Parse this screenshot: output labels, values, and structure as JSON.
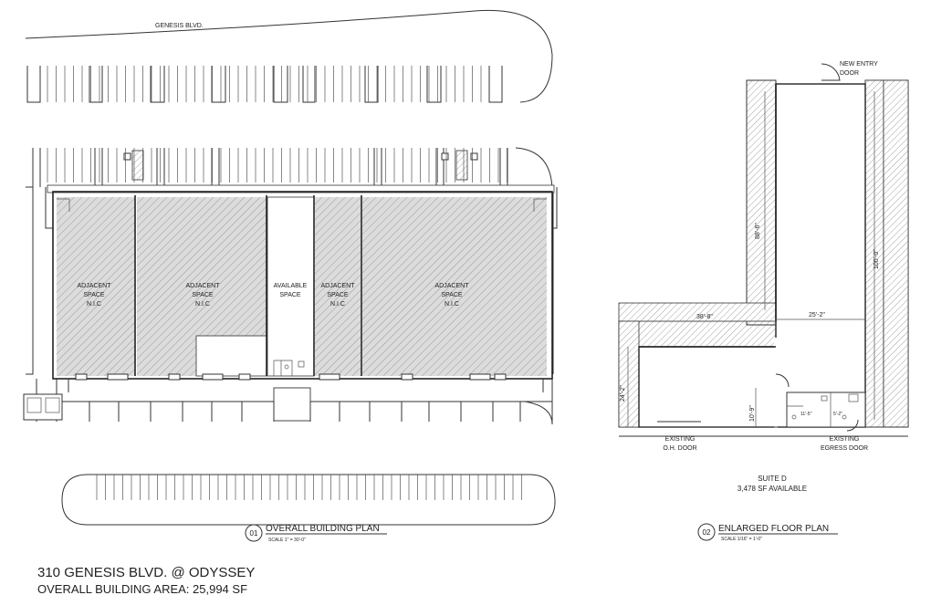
{
  "street": "GENESIS BLVD.",
  "plan1": {
    "number": "01",
    "title": "OVERALL BUILDING PLAN",
    "scale": "SCALE 1\" = 30'-0\"",
    "spaces": [
      {
        "line1": "ADJACENT",
        "line2": "SPACE",
        "line3": "N.I.C"
      },
      {
        "line1": "ADJACENT",
        "line2": "SPACE",
        "line3": "N.I.C"
      },
      {
        "line1": "AVAILABLE",
        "line2": "SPACE",
        "line3": ""
      },
      {
        "line1": "ADJACENT",
        "line2": "SPACE",
        "line3": "N.I.C"
      },
      {
        "line1": "ADJACENT",
        "line2": "SPACE",
        "line3": "N.I.C"
      }
    ]
  },
  "plan2": {
    "number": "02",
    "title": "ENLARGED FLOOR PLAN",
    "scale": "SCALE 1/16\" = 1'-0\"",
    "new_entry": {
      "line1": "NEW ENTRY",
      "line2": "DOOR"
    },
    "existing_oh": {
      "line1": "EXISTING",
      "line2": "O.H. DOOR"
    },
    "existing_egress": {
      "line1": "EXISTING",
      "line2": "EGRESS DOOR"
    },
    "dimensions": {
      "d1": "88'-6\"",
      "d2": "100'-0\"",
      "d3": "38'-8\"",
      "d4": "25'-2\"",
      "d5": "24'-2\"",
      "d6": "10'-9\"",
      "d7": "11'-5\"",
      "d8": "5'-2\""
    },
    "suite": "SUITE D",
    "available": "3,478 SF AVAILABLE"
  },
  "footer": {
    "address": "310 GENESIS BLVD.  @ ODYSSEY",
    "area": "OVERALL BUILDING AREA:  25,994 SF"
  }
}
